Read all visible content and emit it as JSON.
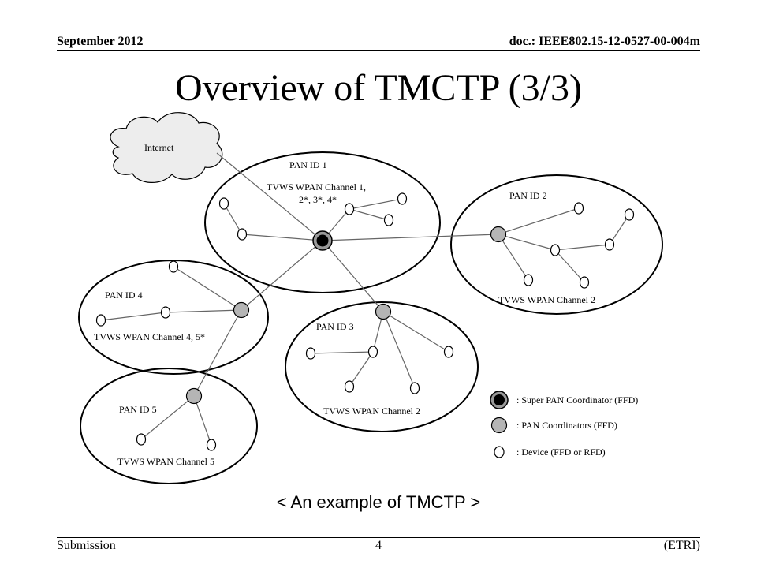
{
  "header": {
    "date": "September 2012",
    "doc_id": "doc.: IEEE802.15-12-0527-00-004m"
  },
  "title": "Overview of TMCTP (3/3)",
  "diagram": {
    "cloud_label": "Internet",
    "pans": [
      {
        "id_label": "PAN ID 1",
        "channel_line1": "TVWS WPAN Channel 1,",
        "channel_line2": "2*, 3*, 4*"
      },
      {
        "id_label": "PAN ID 2",
        "channel": "TVWS WPAN Channel 2"
      },
      {
        "id_label": "PAN ID 3",
        "channel": "TVWS WPAN Channel 2"
      },
      {
        "id_label": "PAN ID 4",
        "channel": "TVWS WPAN Channel 4, 5*"
      },
      {
        "id_label": "PAN ID 5",
        "channel": "TVWS WPAN Channel 5"
      }
    ],
    "legend": [
      {
        "symbol": "super-coordinator",
        "label": ": Super PAN Coordinator (FFD)"
      },
      {
        "symbol": "pan-coordinator",
        "label": ": PAN Coordinators (FFD)"
      },
      {
        "symbol": "device",
        "label": ": Device  (FFD or RFD)"
      }
    ],
    "colors": {
      "coordinator_fill": "#b5b5b5",
      "cloud_fill": "#ededed",
      "line": "#666666"
    }
  },
  "caption": "< An example of TMCTP >",
  "footer": {
    "left": "Submission",
    "page": "4",
    "right": "(ETRI)"
  }
}
